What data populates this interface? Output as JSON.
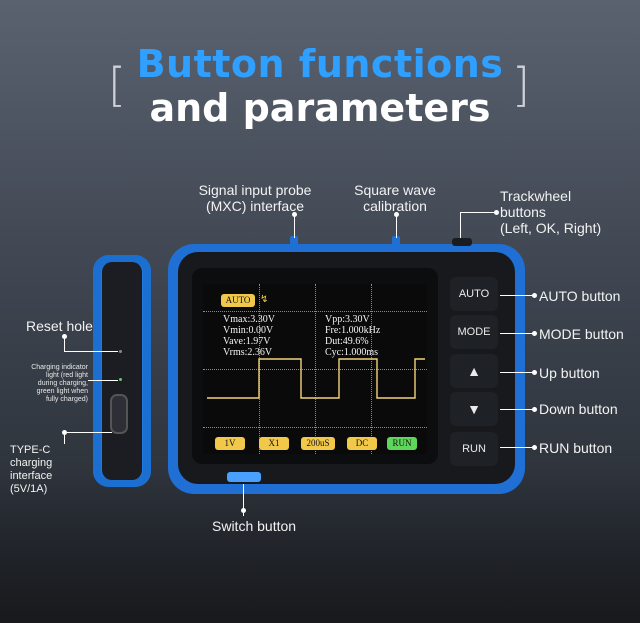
{
  "title": {
    "line1": "Button functions",
    "line2": "and parameters",
    "bracket_left": "[",
    "bracket_right": "]"
  },
  "callouts": {
    "signal_input": "Signal input probe\n(MXC) interface",
    "square_wave": "Square wave\ncalibration",
    "trackwheel": "Trackwheel\nbuttons\n(Left, OK, Right)",
    "reset_hole": "Reset hole",
    "charging_indicator": "Charging indicator\nlight (red light\nduring charging,\ngreen light when\nfully charged)",
    "type_c": "TYPE-C charging\ninterface (5V/1A)",
    "switch_button": "Switch button",
    "auto_button": "AUTO button",
    "mode_button": "MODE button",
    "up_button": "Up button",
    "down_button": "Down button",
    "run_button": "RUN button"
  },
  "device": {
    "buttons": {
      "auto": "AUTO",
      "mode": "MODE",
      "up": "▲",
      "down": "▼",
      "run": "RUN"
    },
    "screen": {
      "mode_tag": "AUTO",
      "trigger_icon": "↯",
      "readings_left": [
        "Vmax:3.30V",
        "Vmin:0.00V",
        "Vave:1.97V",
        "Vrms:2.36V"
      ],
      "readings_right": [
        "Vpp:3.30V",
        "Fre:1.000kHz",
        "Dut:49.6%",
        "Cyc:1.000ms"
      ],
      "bottom_tags": [
        "1V",
        "X1",
        "200uS",
        "DC",
        "RUN"
      ],
      "tag_colors": [
        "#f1c84a",
        "#f1c84a",
        "#f1c84a",
        "#f1c84a",
        "#5ed65a"
      ]
    }
  },
  "colors": {
    "accent_blue": "#2fa0ff",
    "device_blue": "#1f6fd4",
    "waveform": "#f1d27a"
  }
}
